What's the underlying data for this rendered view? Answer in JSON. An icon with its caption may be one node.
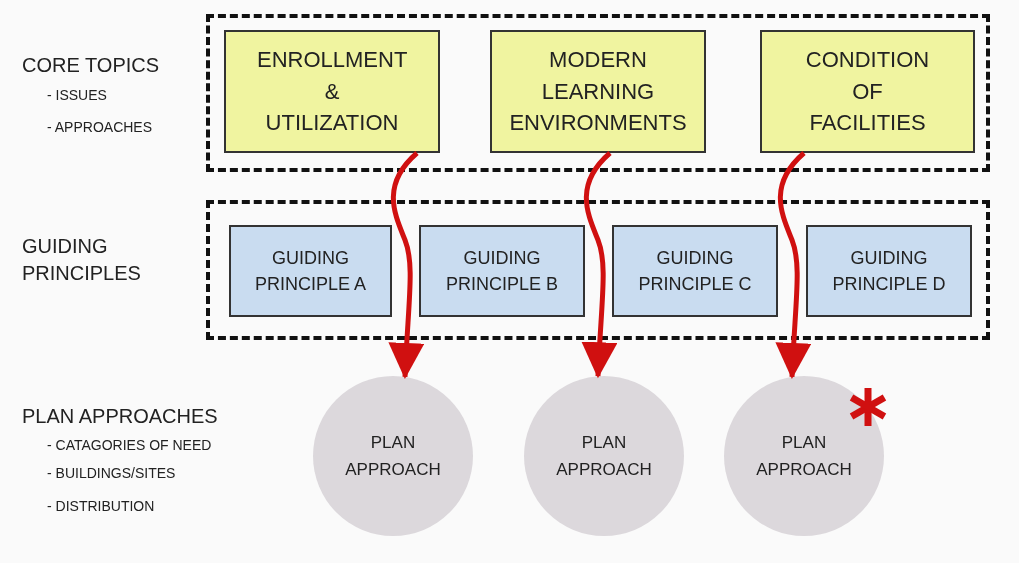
{
  "diagram": {
    "nodes": [
      {
        "text": [],
        "shape": "box"
      },
      {
        "text": [
          "ENROLLMENT & UTILIZATION"
        ],
        "in": 0
      },
      {
        "text": [
          "MODERN LEARNING ENVIRONMENTS"
        ],
        "in": 0
      },
      {
        "text": [
          "CONDITION OF FACILITIES"
        ],
        "in": 0
      },
      {
        "text": [],
        "shape": "box"
      },
      {
        "text": [
          "GUIDING PRINCIPLE A"
        ],
        "in": 4
      },
      {
        "text": [
          "GUIDING PRINCIPLE B"
        ],
        "in": 4
      },
      {
        "text": [
          "GUIDING PRINCIPLE C"
        ],
        "in": 4
      },
      {
        "text": [
          "GUIDING PRINCIPLE D"
        ],
        "in": 4
      },
      {
        "text": [
          "PLAN APPROACH"
        ]
      },
      {
        "text": [
          "PLAN APPROACH"
        ]
      },
      {
        "text": [
          "PLAN APPROACH"
        ]
      }
    ],
    "edges": [
      {
        "from": 1,
        "to": 9,
        "arrow": "to"
      },
      {
        "from": 2,
        "to": 10,
        "arrow": "to"
      },
      {
        "from": 3,
        "to": 11,
        "arrow": "to"
      }
    ],
    "labels": [
      "CORE TOPICS",
      "- ISSUES",
      "- APPROACHES",
      "GUIDING PRINCIPLES",
      "PLAN APPROACHES",
      "- CATAGORIES OF NEED",
      "- BUILDINGS/SITES",
      "- DISTRIBUTION"
    ]
  }
}
